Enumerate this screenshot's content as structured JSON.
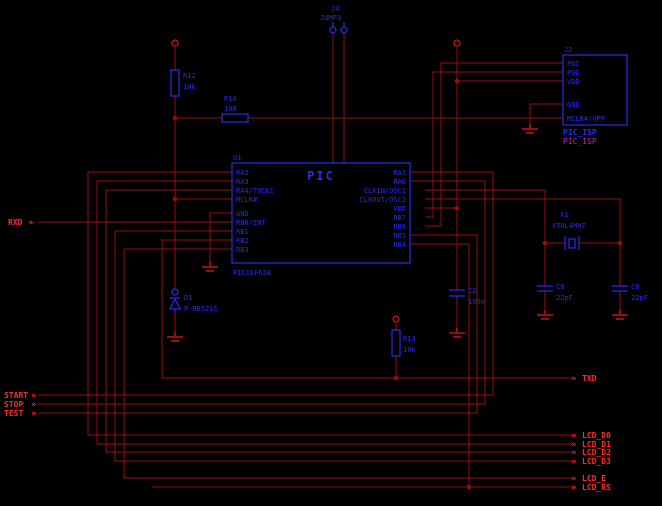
{
  "colors": {
    "background": "#000000",
    "wire": "#9b0d0d",
    "component_blue": "#2a2af0",
    "net_label_red": "#ff2a2a",
    "sheet_label_purple": "#b02ab0",
    "pad_red": "#e01010"
  },
  "jumper": {
    "ref": "J4",
    "value": "JUMP3"
  },
  "isp_connector": {
    "ref": "J2",
    "pins": [
      "PGC",
      "PGD",
      "VDD",
      "GND",
      "MCLR#/VPP"
    ],
    "label": "PIC_ISP",
    "sheet_name": "PIC_ISP"
  },
  "mcu": {
    "ref": "U1",
    "title": "PIC",
    "part": "PIC16F628",
    "left_pins": [
      "RA2",
      "RA3",
      "RA4/T0CKI",
      "MCLR#",
      "GND",
      "RB0/INT",
      "RB1",
      "RB2",
      "RB3"
    ],
    "right_pins": [
      "RA1",
      "RA0",
      "CLKIN/OSC1",
      "CLKOUT/OSC2",
      "VDD",
      "RB7",
      "RB6",
      "RB5",
      "RB4"
    ]
  },
  "resistors": [
    {
      "ref": "R12",
      "value": "10k"
    },
    {
      "ref": "R14",
      "value": "100"
    },
    {
      "ref": "R13",
      "value": "10k"
    }
  ],
  "capacitors": [
    {
      "ref": "C2",
      "value": "100n"
    },
    {
      "ref": "C8",
      "value": "22pF"
    },
    {
      "ref": "C9",
      "value": "22pF"
    }
  ],
  "diode": {
    "ref": "D1",
    "value": "P-RB521S"
  },
  "crystal": {
    "ref": "X1",
    "value": "XTAL4MHZ"
  },
  "arrow_glyph": "»",
  "net_labels": {
    "rxd": "RXD",
    "txd": "TXD",
    "start": "START",
    "stop": "STOP",
    "test": "TEST",
    "lcd_d0": "LCD_D0",
    "lcd_d1": "LCD_D1",
    "lcd_d2": "LCD_D2",
    "lcd_d3": "LCD_D3",
    "lcd_e": "LCD_E",
    "lcd_rs": "LCD_RS"
  }
}
